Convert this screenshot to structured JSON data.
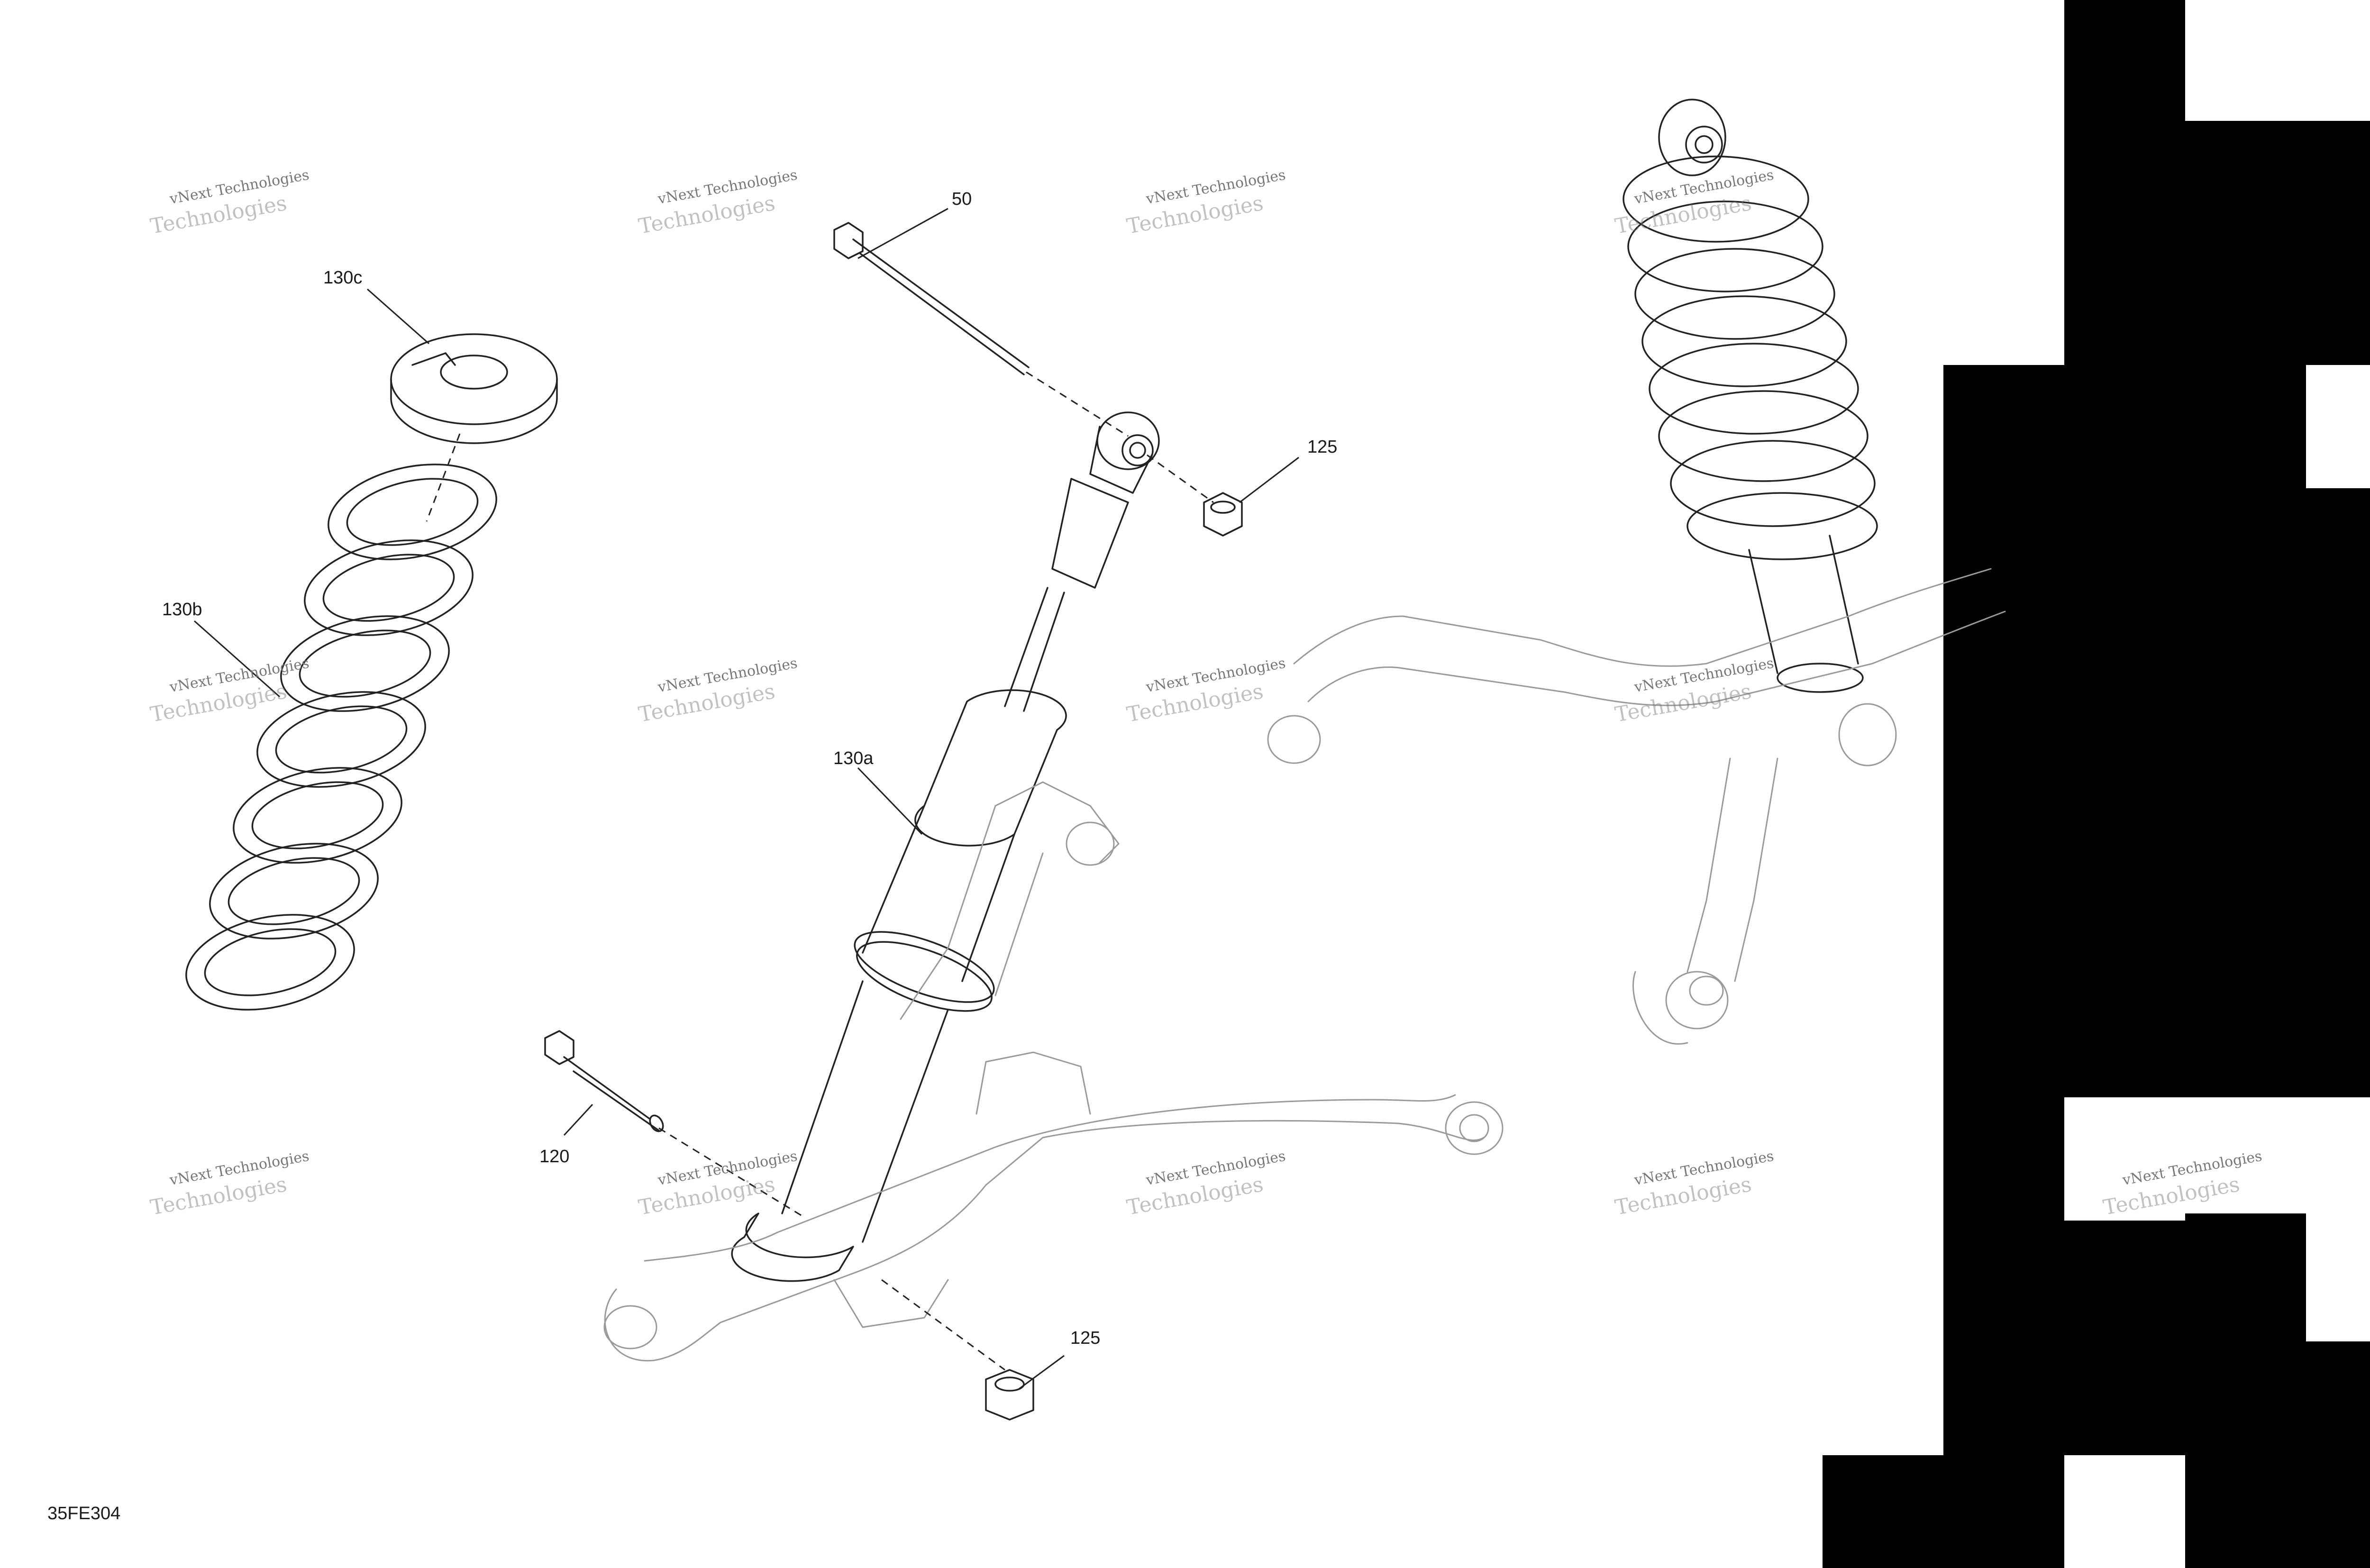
{
  "diagram": {
    "code": "35FE304",
    "watermark_line1": "vNext Technologies",
    "watermark_line2": "Technologies",
    "watermark_top": "vNext"
  },
  "callouts": [
    {
      "id": "c-50",
      "label": "50"
    },
    {
      "id": "c-125a",
      "label": "125"
    },
    {
      "id": "c-125b",
      "label": "125"
    },
    {
      "id": "c-130a",
      "label": "130a"
    },
    {
      "id": "c-130b",
      "label": "130b"
    },
    {
      "id": "c-130c",
      "label": "130c"
    },
    {
      "id": "c-120",
      "label": "120"
    }
  ],
  "colors": {
    "line": "#222222",
    "ghost": "#9a9a9a",
    "qr": "#000000",
    "background": "#ffffff"
  }
}
